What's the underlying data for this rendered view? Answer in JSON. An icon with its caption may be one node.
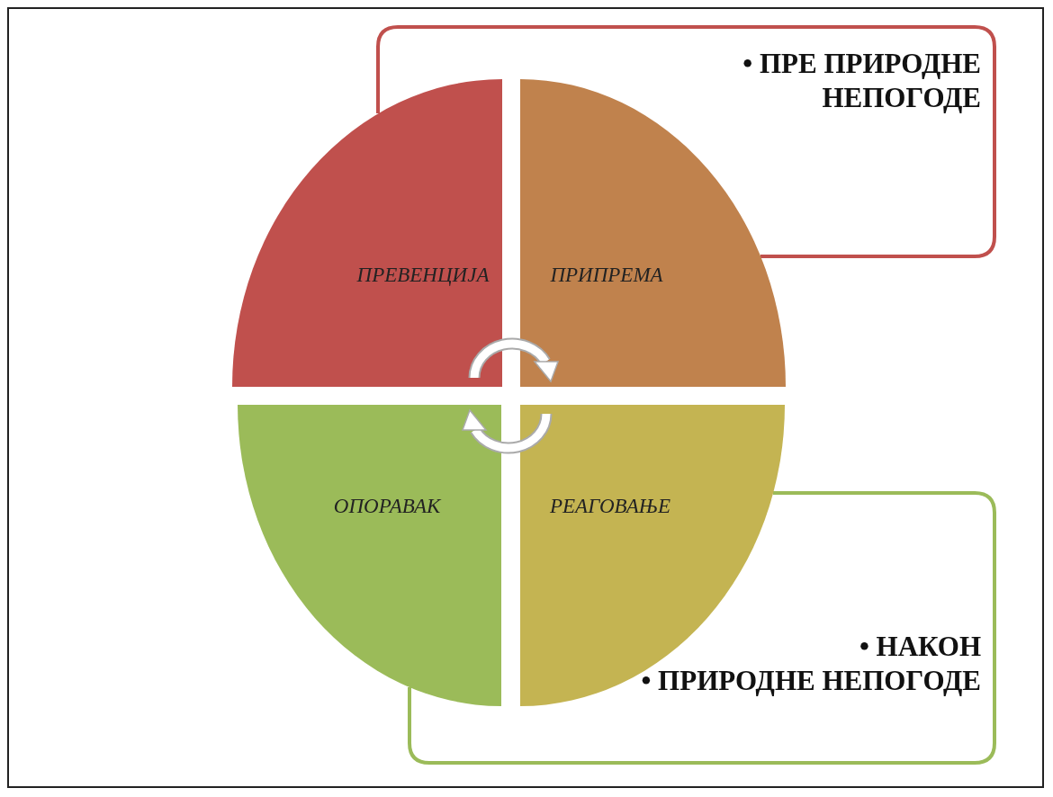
{
  "diagram": {
    "nodes": [
      {
        "text": [
          "• ПРЕ ПРИРОДНЕ НЕПОГОДЕ"
        ]
      },
      {
        "text": [
          "ПРЕВЕНЦИЈА"
        ]
      },
      {
        "text": [
          "ПРИПРЕМА"
        ]
      },
      {
        "text": [
          "ОПОРАВАК"
        ]
      },
      {
        "text": [
          "РЕАГОВАЊЕ"
        ]
      },
      {
        "text": [
          "• НАКОН",
          "• ПРИРОДНЕ НЕПОГОДЕ"
        ]
      }
    ],
    "edges": [
      {
        "from": 1,
        "to": 2,
        "arrow": "to"
      },
      {
        "from": 4,
        "to": 3,
        "arrow": "to"
      }
    ]
  }
}
